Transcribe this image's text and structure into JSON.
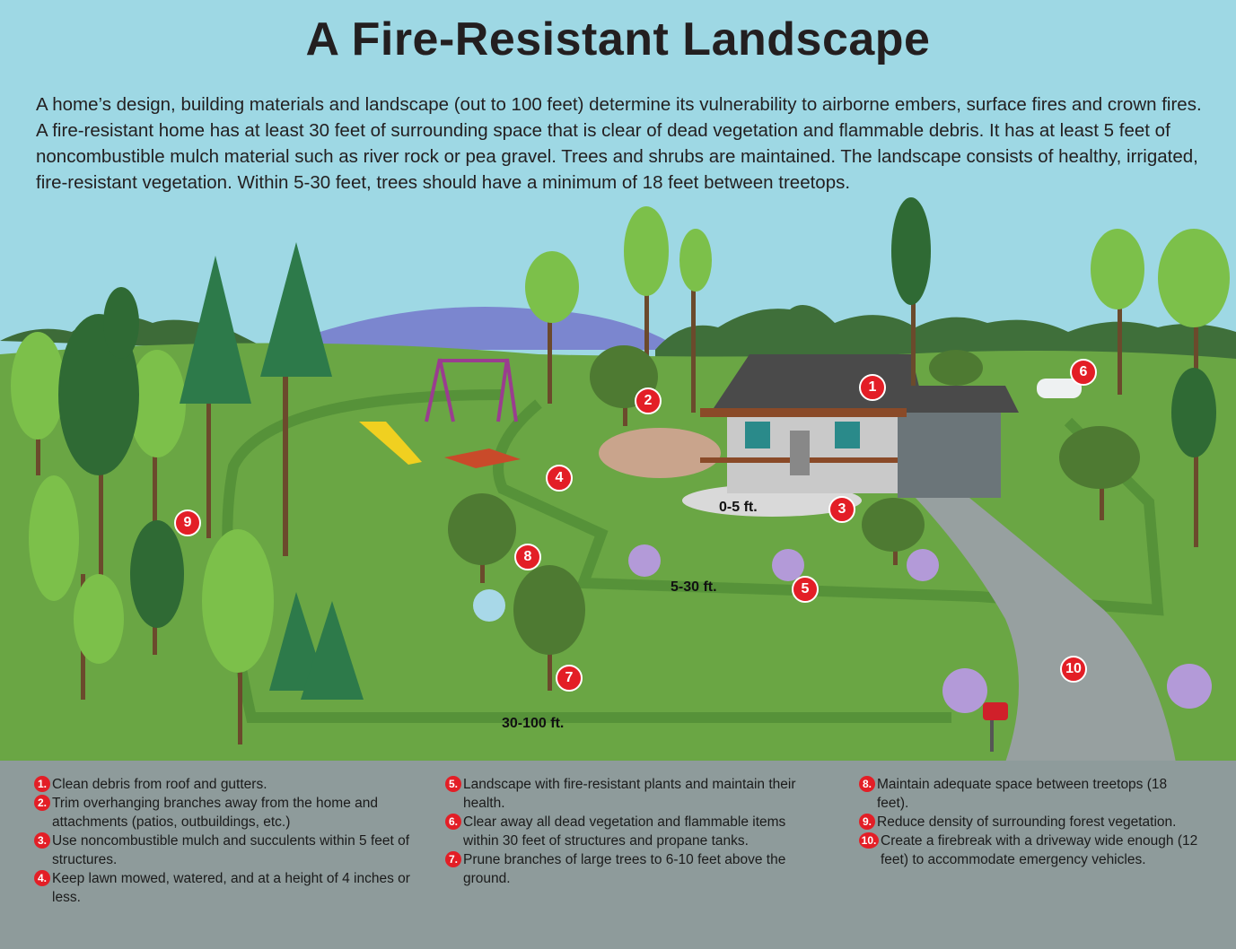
{
  "title": "A Fire-Resistant Landscape",
  "intro": "A home’s design, building materials and landscape (out to 100 feet) determine its vulnerability to airborne embers, surface fires and crown fires. A fire-resistant home has at least 30 feet of surrounding space that is clear of dead vegetation and flammable debris. It has at least 5 feet of noncombustible mulch material such as river rock or pea gravel. Trees and shrubs are maintained. The landscape consists of healthy, irrigated, fire-resistant vegetation. Within 5-30 feet, trees should have a minimum of 18 feet between treetops.",
  "zones": {
    "inner": "0-5 ft.",
    "middle": "5-30 ft.",
    "outer": "30-100 ft."
  },
  "markers": [
    "1",
    "2",
    "3",
    "4",
    "5",
    "6",
    "7",
    "8",
    "9",
    "10"
  ],
  "legend": [
    {
      "num": "1.",
      "text": "Clean debris from roof and gutters."
    },
    {
      "num": "2.",
      "text": "Trim overhanging branches away from the home and attachments (patios, outbuildings, etc.)"
    },
    {
      "num": "3.",
      "text": "Use noncombustible mulch and succulents within 5 feet of structures."
    },
    {
      "num": "4.",
      "text": "Keep lawn mowed, watered, and at a height of 4 inches or less."
    },
    {
      "num": "5.",
      "text": "Landscape with fire-resistant plants and maintain their health."
    },
    {
      "num": "6.",
      "text": "Clear away all dead vegetation and flammable items within 30 feet of structures and propane tanks."
    },
    {
      "num": "7.",
      "text": "Prune branches of large trees to 6-10 feet above the ground."
    },
    {
      "num": "8.",
      "text": "Maintain adequate space between treetops (18 feet)."
    },
    {
      "num": "9.",
      "text": "Reduce density of surrounding forest vegetation."
    },
    {
      "num": "10.",
      "text": "Create a firebreak with a driveway wide enough (12 feet) to accommodate emergency vehicles."
    }
  ],
  "colors": {
    "sky": "#9ed8e4",
    "grass": "#6aa644",
    "marker": "#e31e26",
    "legend_bg": "#8e9b9b"
  }
}
